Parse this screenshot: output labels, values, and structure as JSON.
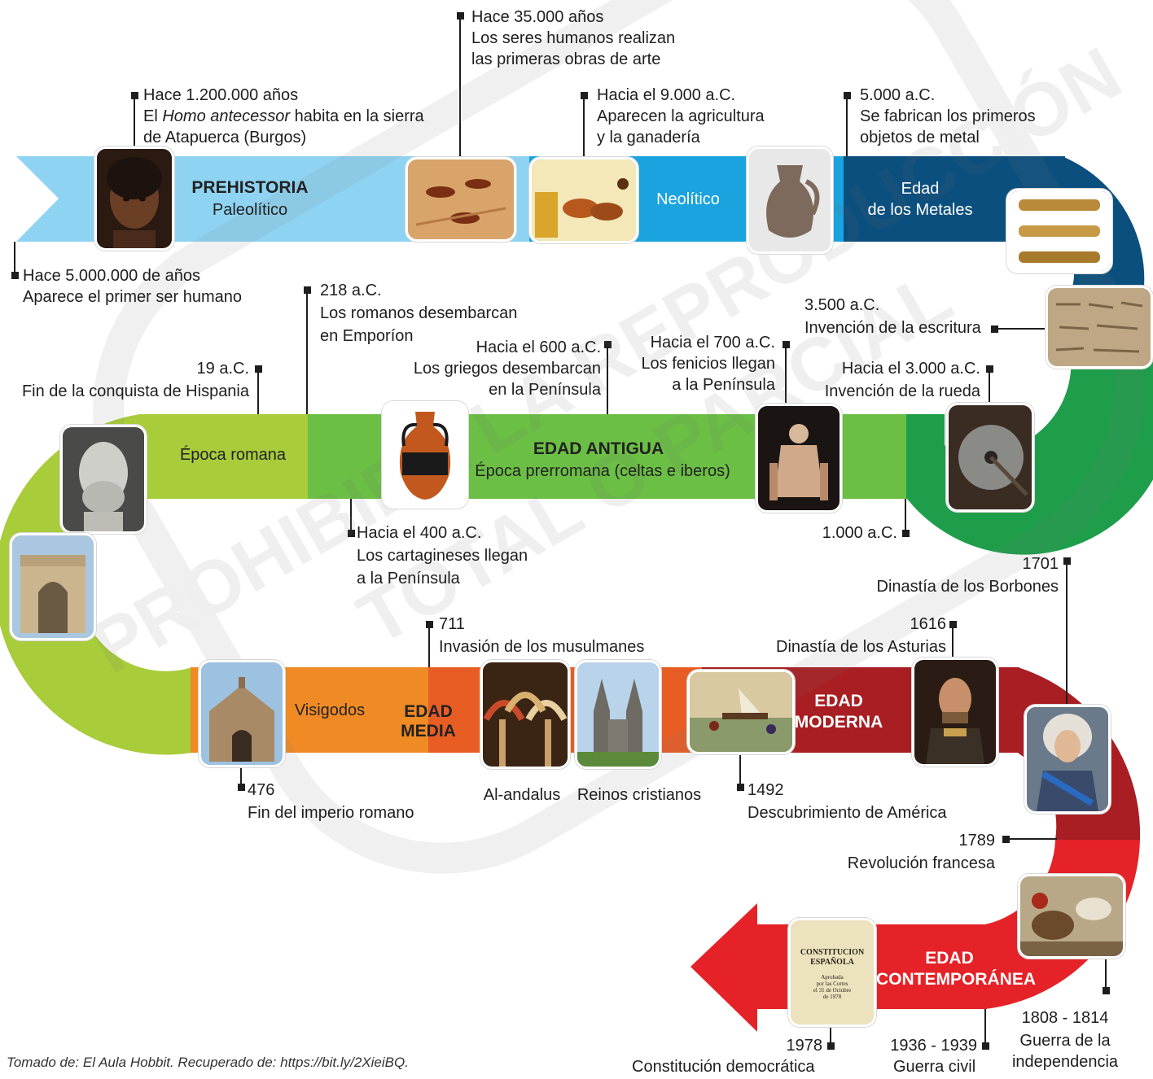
{
  "eras": {
    "prehistoria": {
      "title": "PREHISTORIA",
      "sub": "Paleolítico"
    },
    "neolitico": "Neolítico",
    "metales": [
      "Edad",
      "de los Metales"
    ],
    "antigua": {
      "title": "EDAD ANTIGUA",
      "sub": "Época prerromana (celtas e iberos)"
    },
    "romana": "Época romana",
    "visigodos": "Visigodos",
    "media": "EDAD MEDIA",
    "moderna": [
      "EDAD",
      "MODERNA"
    ],
    "contemporanea": [
      "EDAD",
      "CONTEMPORÁNEA"
    ]
  },
  "events": {
    "e1": {
      "date": "Hace 5.000.000 de años",
      "text": "Aparece el primer ser humano"
    },
    "e2": {
      "date": "Hace 1.200.000 años",
      "pre": "El ",
      "em": "Homo antecessor",
      "post": " habita en la sierra",
      "line3": "de Atapuerca (Burgos)"
    },
    "e3": {
      "date": "Hace 35.000 años",
      "line2": "Los seres humanos realizan",
      "line3": "las primeras obras de arte"
    },
    "e4": {
      "date": "Hacia el 9.000 a.C.",
      "line2": "Aparecen la agricultura",
      "line3": "y la ganadería"
    },
    "e5": {
      "date": "5.000 a.C.",
      "line2": "Se fabrican los primeros",
      "line3": "objetos de metal"
    },
    "e6": {
      "date": "3.500 a.C.",
      "text": "Invención de la escritura"
    },
    "e7": {
      "date": "Hacia el 3.000 a.C.",
      "text": "Invención de la rueda"
    },
    "e8": {
      "date": "Hacia el 700 a.C.",
      "line2": "Los fenicios llegan",
      "line3": "a la Península"
    },
    "e9": {
      "date": "Hacia el 600 a.C.",
      "line2": "Los griegos desembarcan",
      "line3": "en la Península"
    },
    "e10": {
      "date": "218 a.C.",
      "line2": "Los romanos desembarcan",
      "line3": "en Emporíon"
    },
    "e11": {
      "date": "19 a.C.",
      "text": "Fin de la conquista de Hispania"
    },
    "e12": {
      "date": "1.000 a.C."
    },
    "e13": {
      "date": "Hacia el 400 a.C.",
      "line2": "Los cartagineses llegan",
      "line3": "a la Península"
    },
    "e14": {
      "date": "1701",
      "text": "Dinastía de los Borbones"
    },
    "e15": {
      "date": "711",
      "text": "Invasión de los musulmanes"
    },
    "e16": {
      "date": "1616",
      "text": "Dinastía de los Asturias"
    },
    "e17": {
      "date": "476",
      "text": "Fin del imperio romano"
    },
    "e18": {
      "date": "1492",
      "text": "Descubrimiento de América"
    },
    "e19": {
      "date": "1789",
      "text": "Revolución francesa"
    },
    "e20": {
      "date": "1808 - 1814",
      "line2": "Guerra de la",
      "line3": "independencia"
    },
    "e21": {
      "date": "1978",
      "text": "Constitución democrática"
    },
    "e22": {
      "date": "1936 - 1939",
      "text": "Guerra civil"
    }
  },
  "captions": {
    "alandalus": "Al-andalus",
    "reinos": "Reinos cristianos"
  },
  "constitution_label": [
    "CONSTITUCION",
    "ESPAÑOLA",
    "Aprobada",
    "por las Cortes",
    "el 31 de Octubre",
    "de 1978"
  ],
  "watermark": [
    "PROHIBIDA LA REPRODUCCIÓN",
    "TOTAL O PARCIAL"
  ],
  "credit": "Tomado de: El Aula Hobbit.  Recuperado de: https://bit.ly/2XieiBQ.",
  "colors": {
    "prehistoria": "#8fd3f2",
    "neolitico": "#1aa3df",
    "metales": "#0b4f7e",
    "rueda": "#1e9e4a",
    "antigua": "#6cbf45",
    "romana": "#a8cc3a",
    "visigodos": "#f08a24",
    "alandalus": "#e85d24",
    "moderna": "#a81e22",
    "contemporanea": "#e52228"
  }
}
